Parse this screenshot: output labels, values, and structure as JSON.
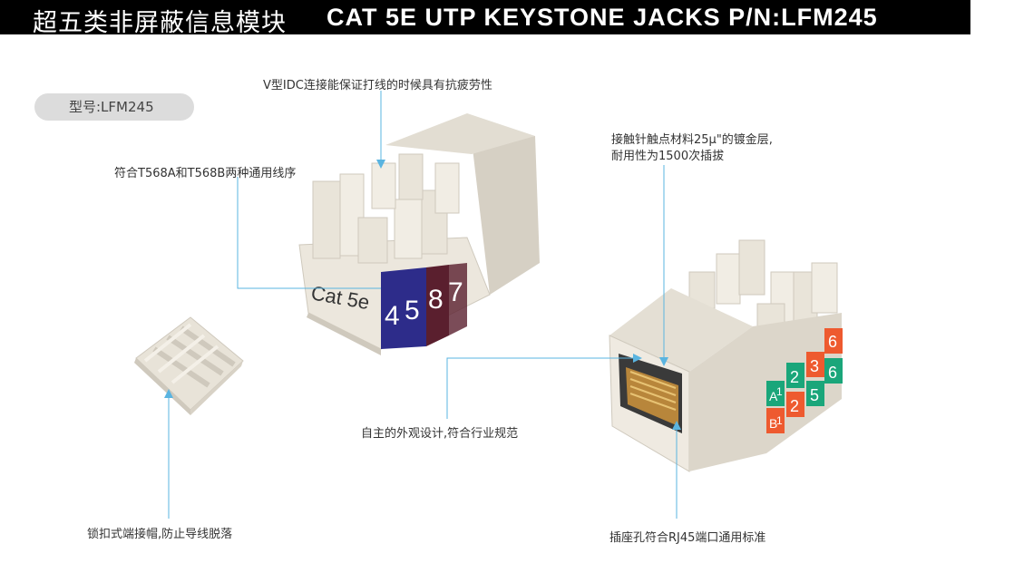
{
  "banner": {
    "title_cn": "超五类非屏蔽信息模块",
    "title_en": "CAT 5E UTP KEYSTONE JACKS P/N:LFM245"
  },
  "model": {
    "label": "型号:LFM245"
  },
  "callouts": {
    "v_idc": "V型IDC连接能保证打线的时候具有抗疲劳性",
    "wiring": "符合T568A和T568B两种通用线序",
    "contact_line1": "接触针触点材料25μ\"的镀金层,",
    "contact_line2": "耐用性为1500次插拔",
    "design": "自主的外观设计,符合行业规范",
    "cap": "锁扣式端接帽,防止导线脱落",
    "socket": "插座孔符合RJ45端口通用标准"
  },
  "jack_labels": {
    "cat": "Cat 5e",
    "num_4": "4",
    "num_5": "5",
    "num_8": "8",
    "num_7": "7",
    "a": "A",
    "b": "B",
    "pin_1a": "1",
    "pin_2a": "2",
    "pin_3": "3",
    "pin_6a": "6",
    "pin_1b": "1",
    "pin_2b": "2",
    "pin_5": "5",
    "pin_6b": "6"
  },
  "colors": {
    "leader": "#5ab4e0",
    "plastic": "#ebe6dc",
    "plastic_shadow": "#cfc9bd",
    "navy": "#2d2c8a",
    "maroon": "#5a1f2e",
    "green": "#1aa67a",
    "orange": "#ee5a2f"
  }
}
